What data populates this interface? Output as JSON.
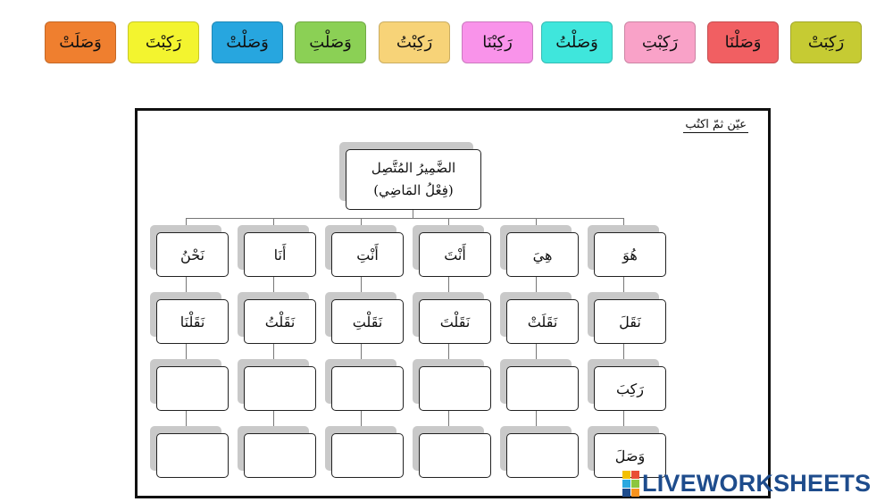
{
  "chips": [
    {
      "label": "وَصَلَتْ",
      "color": "#ef7f2f"
    },
    {
      "label": "رَكِبْتَ",
      "color": "#f3f42f"
    },
    {
      "label": "وَصَلْتْ",
      "color": "#27a6df"
    },
    {
      "label": "وَصَلْتِ",
      "color": "#8bd055"
    },
    {
      "label": "رَكِبْتُ",
      "color": "#f7d378"
    },
    {
      "label": "رَكِبْنَا",
      "color": "#f993ea"
    },
    {
      "label": "وَصَلْتُ",
      "color": "#3fe6dc"
    },
    {
      "label": "رَكِبْتِ",
      "color": "#f9a2c8"
    },
    {
      "label": "وَصَلْنَا",
      "color": "#f15f62"
    },
    {
      "label": "رَكِبَتْ",
      "color": "#c6cb33"
    }
  ],
  "worksheet": {
    "instruction": "عيّن ثمّ اكتُب",
    "root": {
      "line1": "الضَّمِيرُ المُتَّصِل",
      "line2": "(فِعْلُ المَاضِي)"
    },
    "columns": [
      {
        "pronoun": "هُوَ",
        "rows": [
          "نَقَلَ",
          "رَكِبَ",
          "وَصَلَ"
        ]
      },
      {
        "pronoun": "هِيَ",
        "rows": [
          "نَقَلَتْ",
          "",
          ""
        ]
      },
      {
        "pronoun": "أَنْتَ",
        "rows": [
          "نَقَلْتَ",
          "",
          ""
        ]
      },
      {
        "pronoun": "أَنْتِ",
        "rows": [
          "نَقَلْتِ",
          "",
          ""
        ]
      },
      {
        "pronoun": "أَنَا",
        "rows": [
          "نَقَلْتُ",
          "",
          ""
        ]
      },
      {
        "pronoun": "نَحْنُ",
        "rows": [
          "نَقَلْنَا",
          "",
          ""
        ]
      }
    ]
  },
  "brand": {
    "name": "LIVEWORKSHEETS",
    "square_colors": [
      "#f3c000",
      "#e94f35",
      "#2aa8e0",
      "#8cc63f",
      "#1e4c8c",
      "#f7931e"
    ]
  }
}
